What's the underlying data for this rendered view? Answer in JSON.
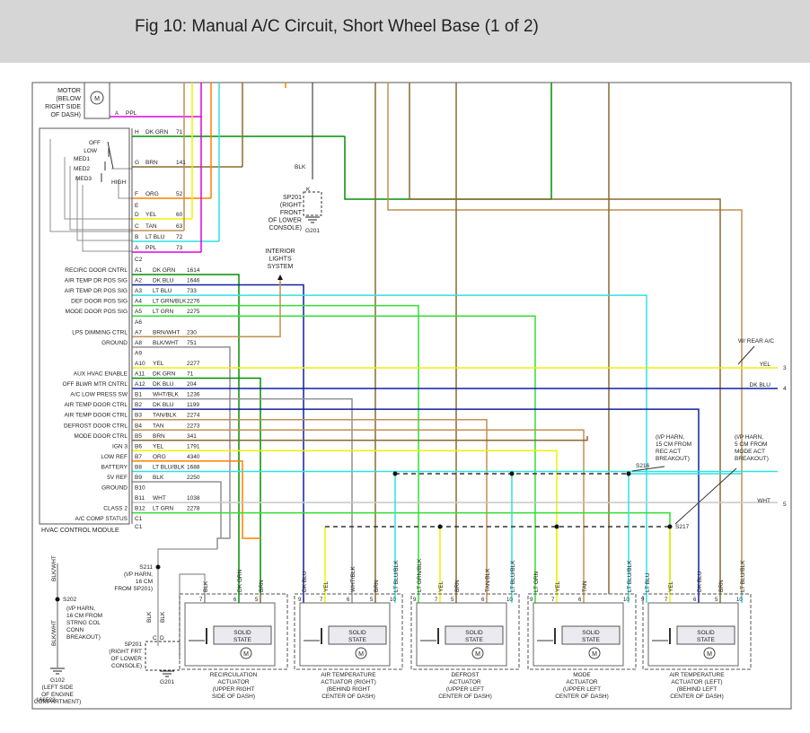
{
  "header": {
    "title": "Fig 10: Manual A/C Circuit, Short Wheel Base (1 of 2)"
  },
  "colors": {
    "ppl": "#e000e0",
    "dk_grn": "#009000",
    "brn": "#8a6a30",
    "org": "#ff8000",
    "yel": "#f0f000",
    "tan": "#c09050",
    "lt_blu": "#30e0e0",
    "dk_blu": "#1020a0",
    "lt_grn": "#30e030",
    "gray": "#909090",
    "black": "#222222"
  },
  "blower": {
    "label_lines": [
      "MOTOR",
      "(BELOW",
      "RIGHT SIDE",
      "OF DASH)"
    ],
    "motor_symbol": "M",
    "pin": "A",
    "wire": "PPL"
  },
  "module": {
    "name": "HVAC CONTROL MODULE",
    "switch_labels": [
      "OFF",
      "LOW",
      "MED1",
      "MED2",
      "MED3",
      "HIGH"
    ],
    "connectors": [
      "C2",
      "C1"
    ],
    "c2_pins": [
      {
        "pin": "H",
        "color": "DK GRN",
        "circuit": "71"
      },
      {
        "pin": "G",
        "color": "BRN",
        "circuit": "141"
      },
      {
        "pin": "F",
        "color": "ORG",
        "circuit": "52"
      },
      {
        "pin": "E",
        "color": "",
        "circuit": ""
      },
      {
        "pin": "D",
        "color": "YEL",
        "circuit": "60"
      },
      {
        "pin": "C",
        "color": "TAN",
        "circuit": "63"
      },
      {
        "pin": "B",
        "color": "LT BLU",
        "circuit": "72"
      },
      {
        "pin": "A",
        "color": "PPL",
        "circuit": "73"
      }
    ],
    "c1_pins": [
      {
        "func": "RECIRC DOOR CNTRL",
        "pin": "A1",
        "color": "DK GRN",
        "circuit": "1614"
      },
      {
        "func": "AIR TEMP DR POS SIG",
        "pin": "A2",
        "color": "DK BLU",
        "circuit": "1646"
      },
      {
        "func": "AIR TEMP DR POS SIG",
        "pin": "A3",
        "color": "LT BLU",
        "circuit": "733"
      },
      {
        "func": "DEF DOOR POS SIG",
        "pin": "A4",
        "color": "LT GRN/BLK",
        "circuit": "2276"
      },
      {
        "func": "MODE DOOR POS SIG",
        "pin": "A5",
        "color": "LT GRN",
        "circuit": "2275"
      },
      {
        "func": "",
        "pin": "A6",
        "color": "",
        "circuit": ""
      },
      {
        "func": "LPS DIMMING CTRL",
        "pin": "A7",
        "color": "BRN/WHT",
        "circuit": "230"
      },
      {
        "func": "GROUND",
        "pin": "A8",
        "color": "BLK/WHT",
        "circuit": "751"
      },
      {
        "func": "",
        "pin": "A9",
        "color": "",
        "circuit": ""
      },
      {
        "func": "",
        "pin": "A10",
        "color": "YEL",
        "circuit": "2277"
      },
      {
        "func": "AUX HVAC ENABLE",
        "pin": "A11",
        "color": "DK GRN",
        "circuit": "71"
      },
      {
        "func": "OFF BLWR MTR CNTRL",
        "pin": "A12",
        "color": "DK BLU",
        "circuit": "204"
      },
      {
        "func": "A/C LOW PRESS SW",
        "pin": "B1",
        "color": "WHT/BLK",
        "circuit": "1236"
      },
      {
        "func": "AIR TEMP DOOR CTRL",
        "pin": "B2",
        "color": "DK BLU",
        "circuit": "1199"
      },
      {
        "func": "AIR TEMP DOOR CTRL",
        "pin": "B3",
        "color": "TAN/BLK",
        "circuit": "2274"
      },
      {
        "func": "DEFROST DOOR CTRL",
        "pin": "B4",
        "color": "TAN",
        "circuit": "2273"
      },
      {
        "func": "MODE DOOR CTRL",
        "pin": "B5",
        "color": "BRN",
        "circuit": "341"
      },
      {
        "func": "IGN 3",
        "pin": "B6",
        "color": "YEL",
        "circuit": "1791"
      },
      {
        "func": "LOW REF",
        "pin": "B7",
        "color": "ORG",
        "circuit": "4340"
      },
      {
        "func": "BATTERY",
        "pin": "B8",
        "color": "LT BLU/BLK",
        "circuit": "1688"
      },
      {
        "func": "5V REF",
        "pin": "B9",
        "color": "BLK",
        "circuit": "2250"
      },
      {
        "func": "GROUND",
        "pin": "B10",
        "color": "",
        "circuit": ""
      },
      {
        "func": "",
        "pin": "B11",
        "color": "WHT",
        "circuit": "1038"
      },
      {
        "func": "CLASS 2",
        "pin": "B12",
        "color": "LT GRN",
        "circuit": "2278"
      },
      {
        "func": "A/C COMP STATUS",
        "pin": "C1",
        "color": "",
        "circuit": ""
      }
    ]
  },
  "sp201_top": {
    "pin": "K",
    "lines": [
      "SP201",
      "(RIGHT",
      "FRONT",
      "OF LOWER",
      "CONSOLE)"
    ],
    "ground": "G201",
    "wire": "BLK"
  },
  "interior_lights": [
    "INTERIOR",
    "LIGHTS",
    "SYSTEM"
  ],
  "rear_ac": {
    "label": "W/ REAR A/C",
    "wires": [
      {
        "color": "YEL",
        "num": "3"
      },
      {
        "color": "DK BLU",
        "num": "4"
      },
      {
        "color": "WHT",
        "num": "5"
      }
    ]
  },
  "splices": {
    "s216": {
      "name": "S216",
      "lines": [
        "(I/P HARN,",
        "15 CM FROM",
        "REC ACT",
        "BREAKOUT)"
      ]
    },
    "s217": {
      "name": "S217",
      "lines": [
        "(I/P HARN,",
        "5 CM FROM",
        "MODE ACT",
        "BREAKOUT)"
      ]
    },
    "s211": {
      "name": "S211",
      "lines": [
        "(I/P HARN,",
        "16 CM",
        "FROM SP201)"
      ]
    },
    "s202": {
      "name": "S202",
      "lines": [
        "(I/P HARN,",
        "16 CM FROM",
        "STRNG COL",
        "CONN",
        "BREAKOUT)"
      ]
    },
    "g102": {
      "name": "G102",
      "lines": [
        "(LEFT SIDE",
        "OF ENGINE",
        "COMPARTMENT)"
      ]
    },
    "sp201_bottom": {
      "lines": [
        "SP201",
        "(RIGHT FRT",
        "OF LOWER",
        "CONSOLE)"
      ],
      "ground": "G201",
      "pins": [
        "C",
        "D"
      ]
    }
  },
  "left_wires": {
    "blk_wht": "BLK/WHT",
    "blk": "BLK"
  },
  "actuators": [
    {
      "name": [
        "RECIRCULATION",
        "ACTUATOR"
      ],
      "loc": [
        "(UPPER RIGHT",
        "SIDE OF DASH)"
      ],
      "wires": [
        {
          "pin": "7",
          "label": "BLK"
        },
        {
          "pin": "6",
          "label": "DK GRN"
        },
        {
          "pin": "5",
          "label": "BRN"
        }
      ]
    },
    {
      "name": [
        "AIR TEMPERATURE",
        "ACTUATOR (RIGHT)"
      ],
      "loc": [
        "(BEHIND RIGHT",
        "CENTER OF DASH)"
      ],
      "wires": [
        {
          "pin": "9",
          "label": "DK BLU"
        },
        {
          "pin": "7",
          "label": "YEL"
        },
        {
          "pin": "6",
          "label": "WHT/BLK"
        },
        {
          "pin": "5",
          "label": "BRN"
        },
        {
          "pin": "10",
          "label": "LT BLU/BLK"
        }
      ]
    },
    {
      "name": [
        "DEFROST",
        "ACTUATOR"
      ],
      "loc": [
        "(UPPER LEFT",
        "CENTER OF DASH)"
      ],
      "wires": [
        {
          "pin": "9",
          "label": "LT GRN/BLK"
        },
        {
          "pin": "7",
          "label": "YEL"
        },
        {
          "pin": "6",
          "label": "TAN/BLK"
        },
        {
          "pin": "5",
          "label": "BRN"
        },
        {
          "pin": "10",
          "label": "LT BLU/BLK"
        }
      ]
    },
    {
      "name": [
        "MODE",
        "ACTUATOR"
      ],
      "loc": [
        "(UPPER LEFT",
        "CENTER OF DASH)"
      ],
      "wires": [
        {
          "pin": "9",
          "label": "LT GRN"
        },
        {
          "pin": "7",
          "label": "YEL"
        },
        {
          "pin": "6",
          "label": "TAN"
        },
        {
          "pin": "10",
          "label": "LT BLU/BLK"
        }
      ]
    },
    {
      "name": [
        "AIR TEMPERATURE",
        "ACTUATOR (LEFT)"
      ],
      "loc": [
        "(BEHIND LEFT",
        "CENTER OF DASH)"
      ],
      "wires": [
        {
          "pin": "9",
          "label": "LT BLU"
        },
        {
          "pin": "7",
          "label": "YEL"
        },
        {
          "pin": "6",
          "label": "DK BLU"
        },
        {
          "pin": "5",
          "label": "BRN"
        },
        {
          "pin": "10",
          "label": "LT BLU/BLK"
        }
      ]
    }
  ],
  "actuator_internal": {
    "solid_state": [
      "SOLID",
      "STATE"
    ],
    "motor": "M"
  },
  "figure_id": "166523"
}
